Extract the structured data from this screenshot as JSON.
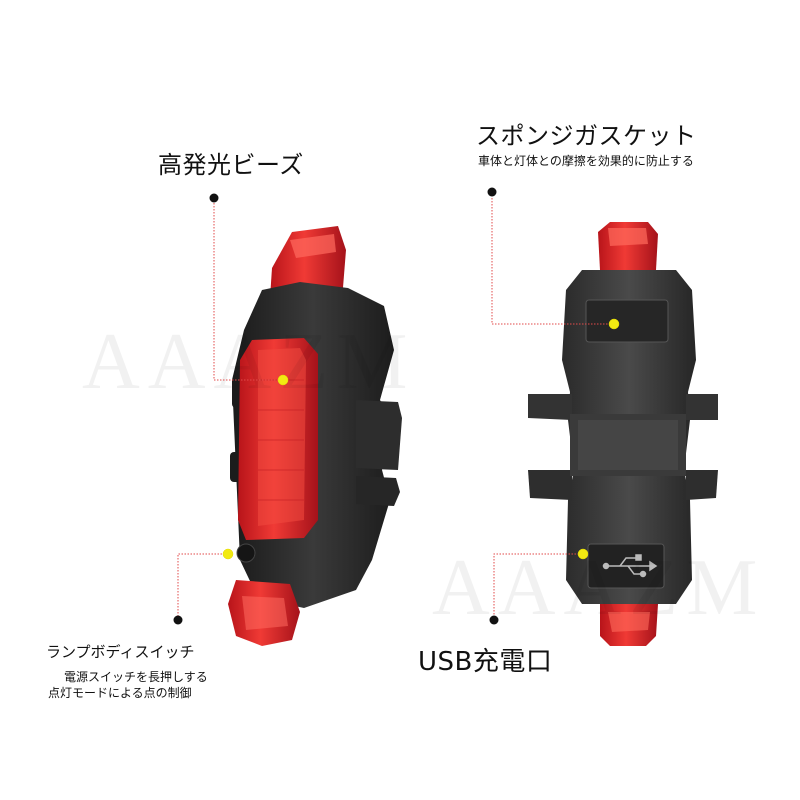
{
  "watermark": "AAAZM",
  "callouts": {
    "led_beads": {
      "title": "高発光ビーズ"
    },
    "sponge_gasket": {
      "title": "スポンジガスケット",
      "description": "車体と灯体との摩擦を効果的に防止する"
    },
    "lamp_body_switch": {
      "title": "ランプボディスイッチ",
      "description_line1": "電源スイッチを長押しする",
      "description_line2": "点灯モードによる点の制御"
    },
    "usb_port": {
      "title": "USB充電口"
    }
  },
  "colors": {
    "accent_dot": "#f2ea12",
    "lens_red": "#e3202a",
    "body_black": "#2a2a2a",
    "leader_line": "#e14a4a"
  }
}
